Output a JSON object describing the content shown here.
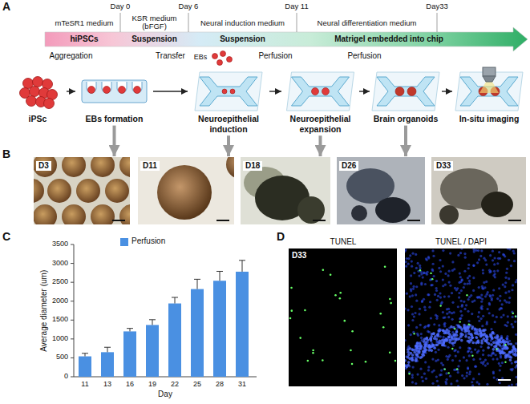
{
  "diagram": {
    "nodes": [
      {
        "text": [
          "hiPSCs"
        ]
      },
      {
        "text": [
          "Suspension"
        ]
      },
      {
        "text": [
          "Suspension"
        ]
      },
      {
        "text": [
          "Matrigel embedded into chip"
        ]
      },
      {
        "text": [
          "iPSc"
        ]
      },
      {
        "text": [
          "EBs formation"
        ]
      },
      {
        "text": [
          "Neuroepithelial induction"
        ]
      },
      {
        "text": [
          "Neuroepithelial expansion"
        ]
      },
      {
        "text": [
          "Brain organoids"
        ]
      },
      {
        "text": [
          "In-situ imaging"
        ]
      },
      {
        "text": [
          "D3"
        ]
      },
      {
        "text": [
          "D11"
        ]
      },
      {
        "text": [
          "D18"
        ]
      },
      {
        "text": [
          "D26"
        ]
      },
      {
        "text": [
          "D33"
        ]
      }
    ],
    "edges": [
      {
        "from": 4,
        "to": 5,
        "label": "Aggregation",
        "arrow": "to"
      },
      {
        "from": 5,
        "to": 6,
        "label": "Transfer",
        "arrow": "to"
      },
      {
        "from": 6,
        "to": 7,
        "label": "Perfusion",
        "arrow": "to"
      },
      {
        "from": 7,
        "to": 8,
        "label": "Perfusion",
        "arrow": "to"
      },
      {
        "from": 8,
        "to": 9,
        "arrow": "to"
      },
      {
        "from": 5,
        "to": 10,
        "arrow": "to"
      },
      {
        "from": 6,
        "to": 11,
        "arrow": "to"
      },
      {
        "from": 7,
        "to": 12,
        "arrow": "to"
      },
      {
        "from": 8,
        "to": 13,
        "arrow": "to"
      }
    ],
    "labels": [
      "A",
      "Day 0",
      "Day 6",
      "Day 11",
      "Day33",
      "mTeSR1 medium",
      "KSR medium (bFGF)",
      "Neural induction medium",
      "Neural differentiation medium",
      "EBs",
      "B",
      "C",
      "Average diameter (um)",
      "0",
      "500",
      "1000",
      "1500",
      "2000",
      "2500",
      "3000",
      "3500",
      "11",
      "13",
      "16",
      "19",
      "22",
      "25",
      "28",
      "31",
      "Day",
      "D",
      "TUNEL",
      "TUNEL / DAPI",
      "D33"
    ],
    "legend": [
      {
        "text": "Perfusion",
        "color": "#4a90e2"
      }
    ]
  }
}
